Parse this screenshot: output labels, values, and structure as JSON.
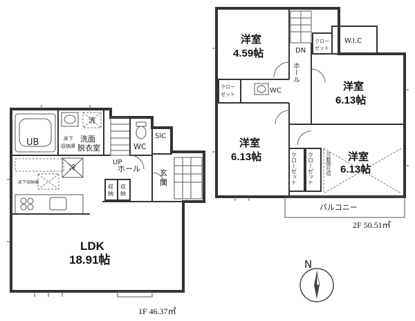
{
  "floor1": {
    "area": "1F 46.37㎡",
    "rooms": {
      "ldk_name": "LDK",
      "ldk_size": "18.91帖",
      "ub": "UB",
      "washroom_1": "洗面",
      "washroom_2": "脱衣室",
      "storage_1": "床下",
      "storage_2": "収納庫",
      "wc": "WC",
      "sic": "SIC",
      "up": "UP",
      "hall": "ホール",
      "genkan_1": "玄",
      "genkan_2": "関",
      "fridge": "冷",
      "laundry": "洗",
      "floor_storage": "床下収納庫",
      "closet_1_a": "収",
      "closet_1_b": "納",
      "closet_2_a": "収",
      "closet_2_b": "納"
    }
  },
  "floor2": {
    "area": "2F 50.51㎡",
    "rooms": {
      "room1_name": "洋室",
      "room1_size": "4.59帖",
      "room2_name": "洋室",
      "room2_size": "6.13帖",
      "room3_name": "洋室",
      "room3_size": "6.13帖",
      "room4_name": "洋室",
      "room4_size": "6.13帖",
      "wic": "W.I.C",
      "dn": "DN",
      "hall": "ホール",
      "wc": "WC",
      "closet_a1": "クロー",
      "closet_a2": "ゼット",
      "closet_b1": "クロー",
      "closet_b2": "ゼット",
      "closet_c": "クローゼット",
      "closet_d": "クローゼット",
      "movable_partition": "可動間仕切",
      "balcony": "バルコニー"
    }
  },
  "compass": {
    "label": "N",
    "icon": "compass-north-icon"
  }
}
